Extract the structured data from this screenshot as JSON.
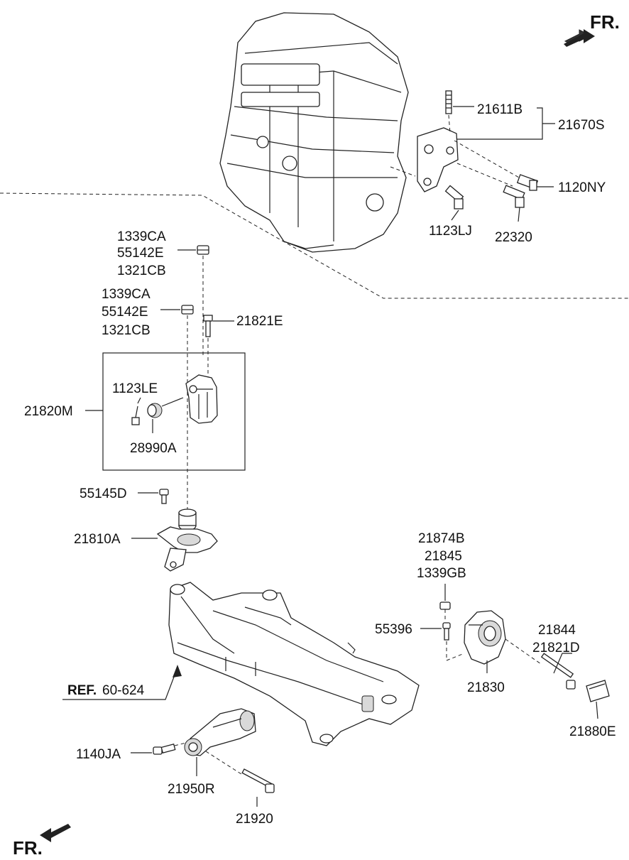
{
  "direction_labels": {
    "top_right": "FR.",
    "bottom_left": "FR."
  },
  "labels": {
    "p21611B": "21611B",
    "p21670S": "21670S",
    "p1120NY": "1120NY",
    "p1123LJ": "1123LJ",
    "p22320": "22320",
    "grp1_a": "1339CA",
    "grp1_b": "55142E",
    "grp1_c": "1321CB",
    "grp2_a": "1339CA",
    "grp2_b": "55142E",
    "grp2_c": "1321CB",
    "p21821E": "21821E",
    "p1123LE": "1123LE",
    "p21820M": "21820M",
    "p28990A": "28990A",
    "p55145D": "55145D",
    "p21810A": "21810A",
    "grp3_a": "21874B",
    "grp3_b": "21845",
    "grp3_c": "1339GB",
    "p55396": "55396",
    "p21844": "21844",
    "p21821D": "21821D",
    "p21830": "21830",
    "p21880E": "21880E",
    "ref_bold": "REF.",
    "ref_num": "60-624",
    "p1140JA": "1140JA",
    "p21950R": "21950R",
    "p21920": "21920"
  }
}
